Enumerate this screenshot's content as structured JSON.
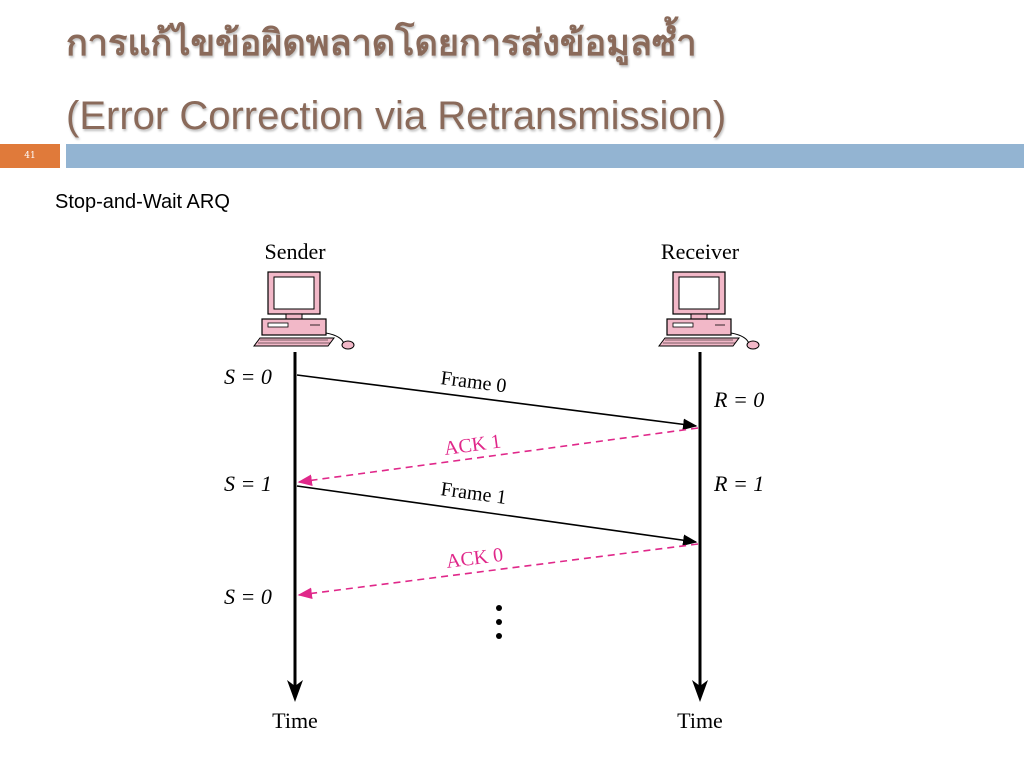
{
  "slide": {
    "title_thai": "การแก้ไขข้อผิดพลาดโดยการส่งข้อมูลซ้ำ",
    "title_english": "(Error Correction via Retransmission)",
    "slide_number": "41",
    "subtitle": "Stop-and-Wait ARQ"
  },
  "diagram": {
    "sender_label": "Sender",
    "receiver_label": "Receiver",
    "time_label_sender": "Time",
    "time_label_receiver": "Time",
    "sender_states": [
      "S = 0",
      "S = 1",
      "S = 0"
    ],
    "receiver_states": [
      "R = 0",
      "R = 1"
    ],
    "messages": [
      {
        "label": "Frame 0",
        "kind": "frame"
      },
      {
        "label": "ACK 1",
        "kind": "ack"
      },
      {
        "label": "Frame 1",
        "kind": "frame"
      },
      {
        "label": "ACK 0",
        "kind": "ack"
      }
    ],
    "continuation": "⋮",
    "colors": {
      "frame": "#000000",
      "ack": "#e0288a",
      "computer": "#f2b8c8"
    }
  }
}
